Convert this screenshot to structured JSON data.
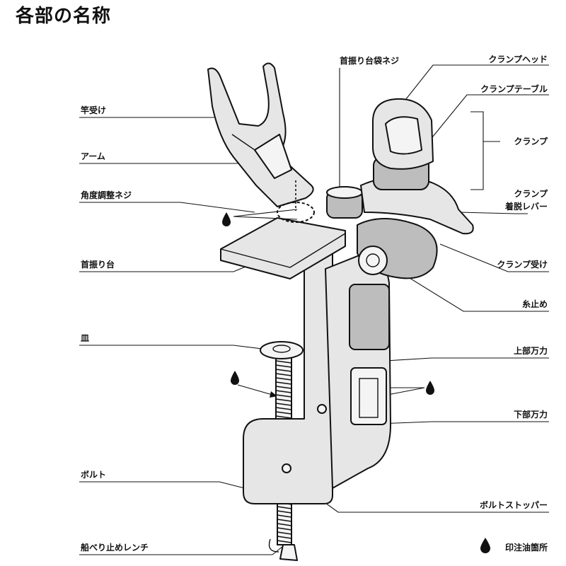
{
  "title": "各部の名称",
  "labels": {
    "rod_holder": "竿受け",
    "arm": "アーム",
    "angle_screw": "角度調整ネジ",
    "swivel_base": "首振り台",
    "plate": "皿",
    "bolt": "ボルト",
    "gunwale_wrench": "船べり止めレンチ",
    "swivel_cap_screw": "首振り台袋ネジ",
    "clamp_head": "クランプヘッド",
    "clamp_table": "クランプテーブル",
    "clamp": "クランプ",
    "clamp_lever_line1": "クランプ",
    "clamp_lever_line2": "着脱レバー",
    "clamp_receiver": "クランプ受け",
    "line_stopper": "糸止め",
    "upper_vise": "上部万力",
    "lower_vise": "下部万力",
    "bolt_stopper": "ボルトストッパー",
    "oil_legend": "印注油箇所"
  }
}
